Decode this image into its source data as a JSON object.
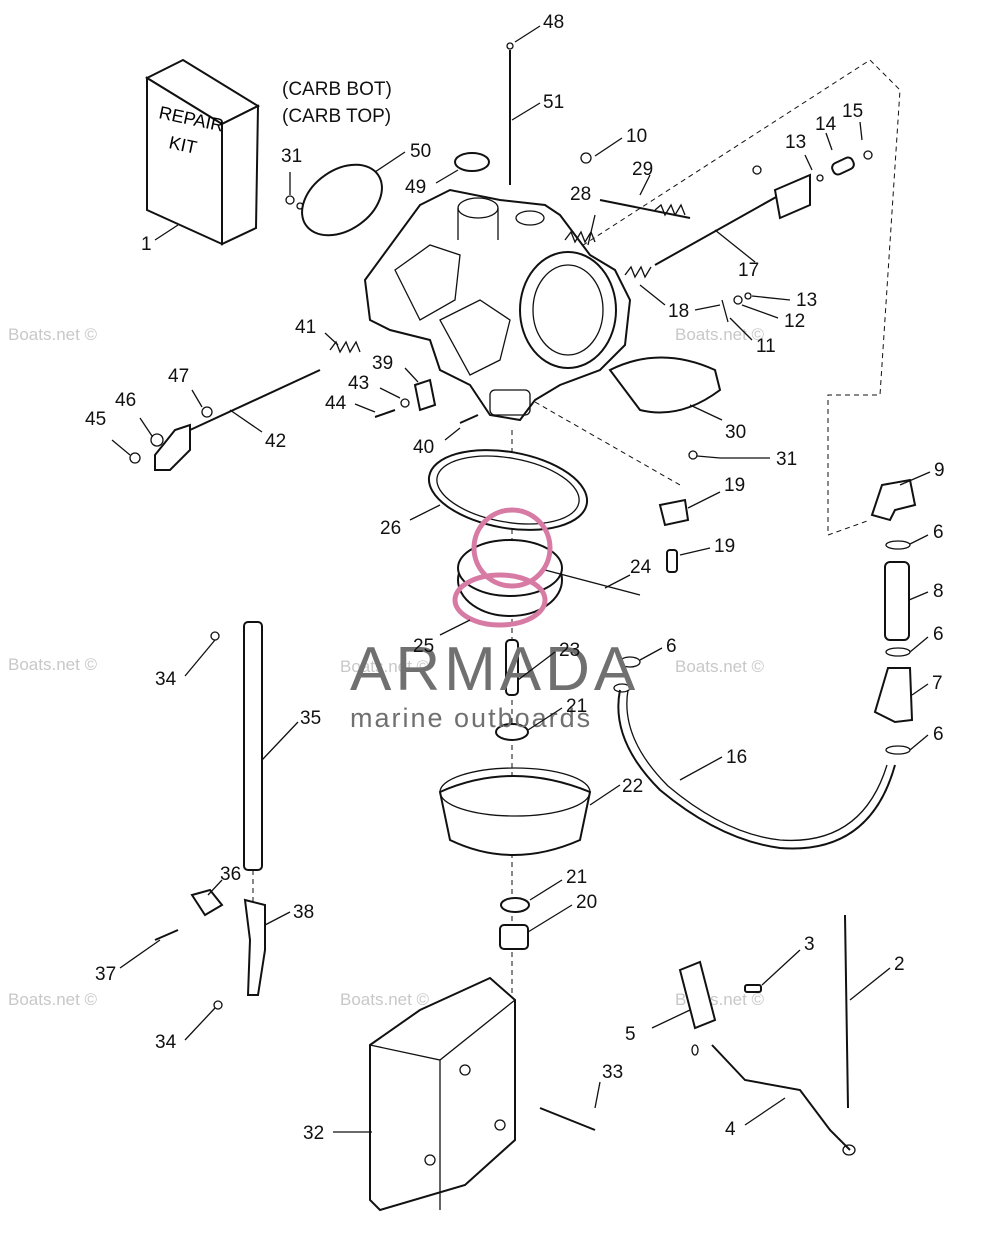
{
  "notes": {
    "carb_bot": "(CARB BOT)",
    "carb_top": "(CARB TOP)"
  },
  "repair_kit": {
    "line1": "REPAIR",
    "line2": "KIT"
  },
  "watermark": {
    "site": "Boats.net ©",
    "brand": "ARMADA",
    "tagline": "marine outboards",
    "brand_color": "#d77aa4",
    "text_color": "#707070"
  },
  "callouts": [
    "48",
    "51",
    "10",
    "29",
    "28",
    "14",
    "15",
    "13",
    "17",
    "18",
    "13",
    "12",
    "11",
    "30",
    "31",
    "1",
    "31",
    "50",
    "49",
    "41",
    "39",
    "43",
    "44",
    "40",
    "47",
    "46",
    "45",
    "42",
    "26",
    "19",
    "19",
    "24",
    "9",
    "6",
    "8",
    "6",
    "7",
    "6",
    "25",
    "23",
    "21",
    "6",
    "16",
    "22",
    "21",
    "20",
    "3",
    "2",
    "5",
    "4",
    "34",
    "35",
    "36",
    "38",
    "37",
    "34",
    "33",
    "32"
  ]
}
